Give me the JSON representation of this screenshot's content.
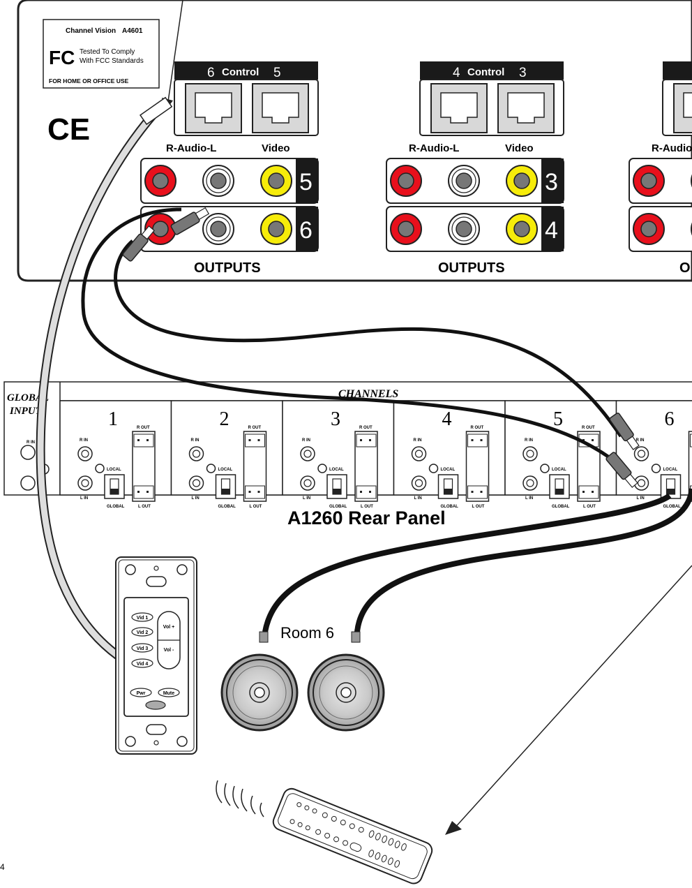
{
  "top_device": {
    "label_brand": "Channel Vision",
    "label_model": "A4601",
    "fcc_mark": "FC",
    "fcc_text_1": "Tested To Comply",
    "fcc_text_2": "With FCC Standards",
    "home_office": "FOR HOME OR OFFICE USE",
    "ce_mark": "CE",
    "modules": [
      {
        "control_left": "6",
        "control_word": "Control",
        "control_right": "5",
        "audio_label": "R-Audio-L",
        "video_label": "Video",
        "row_a": "5",
        "row_b": "6",
        "outputs": "OUTPUTS"
      },
      {
        "control_left": "4",
        "control_word": "Control",
        "control_right": "3",
        "audio_label": "R-Audio-L",
        "video_label": "Video",
        "row_a": "3",
        "row_b": "4",
        "outputs": "OUTPUTS"
      },
      {
        "audio_label": "R-Audio",
        "outputs": "O"
      }
    ]
  },
  "amp": {
    "global_input_line1": "GLOBAL",
    "global_input_line2": "INPUT",
    "channels_label": "CHANNELS",
    "channel_numbers": [
      "1",
      "2",
      "3",
      "4",
      "5",
      "6"
    ],
    "r_out": "R OUT",
    "l_out": "L OUT",
    "r_in": "R IN",
    "l_in": "L IN",
    "local": "LOCAL",
    "global": "GLOBAL",
    "panel_title": "A1260 Rear Panel"
  },
  "keypad": {
    "buttons": [
      "Vid 1",
      "Vid 2",
      "Vid 3",
      "Vid 4"
    ],
    "vol_up": "Vol +",
    "vol_down": "Vol -",
    "pwr": "Pwr",
    "mute": "Mute"
  },
  "room_label": "Room 6",
  "page_number": "4"
}
